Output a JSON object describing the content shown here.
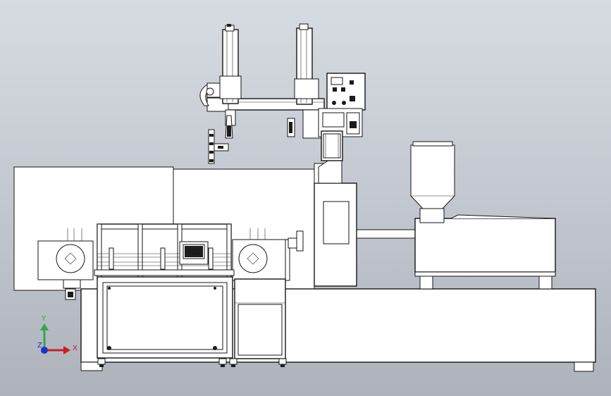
{
  "triad": {
    "y_label": "Y",
    "z_label": "Z",
    "x_label": "X",
    "colors": {
      "x": "#cc1f1f",
      "y": "#2fa84a",
      "z": "#1f2fcc"
    }
  },
  "colors": {
    "background_top": "#d7dbe2",
    "background_bottom": "#aeb3bb",
    "line": "#151515",
    "fill": "#ffffff"
  }
}
